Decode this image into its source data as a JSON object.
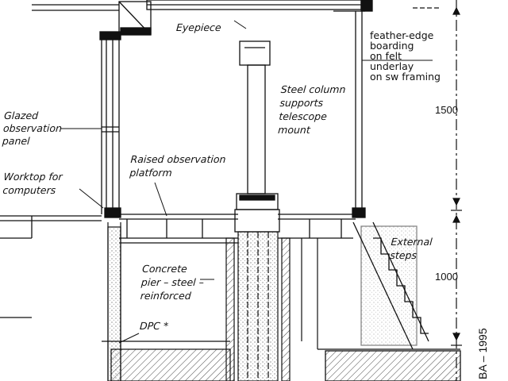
{
  "diagram": {
    "labels": {
      "eyepiece": "Eyepiece",
      "feather_edge": [
        "feather-edge",
        "boarding",
        "on felt",
        "underlay",
        "on sw framing"
      ],
      "steel_column": [
        "Steel column",
        "supports",
        "telescope",
        "mount"
      ],
      "glazed_panel": [
        "Glazed",
        "observation",
        "panel"
      ],
      "raised_platform": [
        "Raised observation",
        "platform"
      ],
      "worktop": [
        "Worktop for",
        "computers"
      ],
      "external_steps": [
        "External",
        "steps"
      ],
      "concrete_pier": [
        "Concrete",
        "pier – steel –",
        "reinforced"
      ],
      "dpc": "DPC *"
    },
    "dimensions": {
      "upper": "1500",
      "lower": "1000"
    },
    "credit": "BA – 1995"
  },
  "colors": {
    "line": "#111111",
    "hatch": "#444444",
    "background": "#ffffff"
  }
}
